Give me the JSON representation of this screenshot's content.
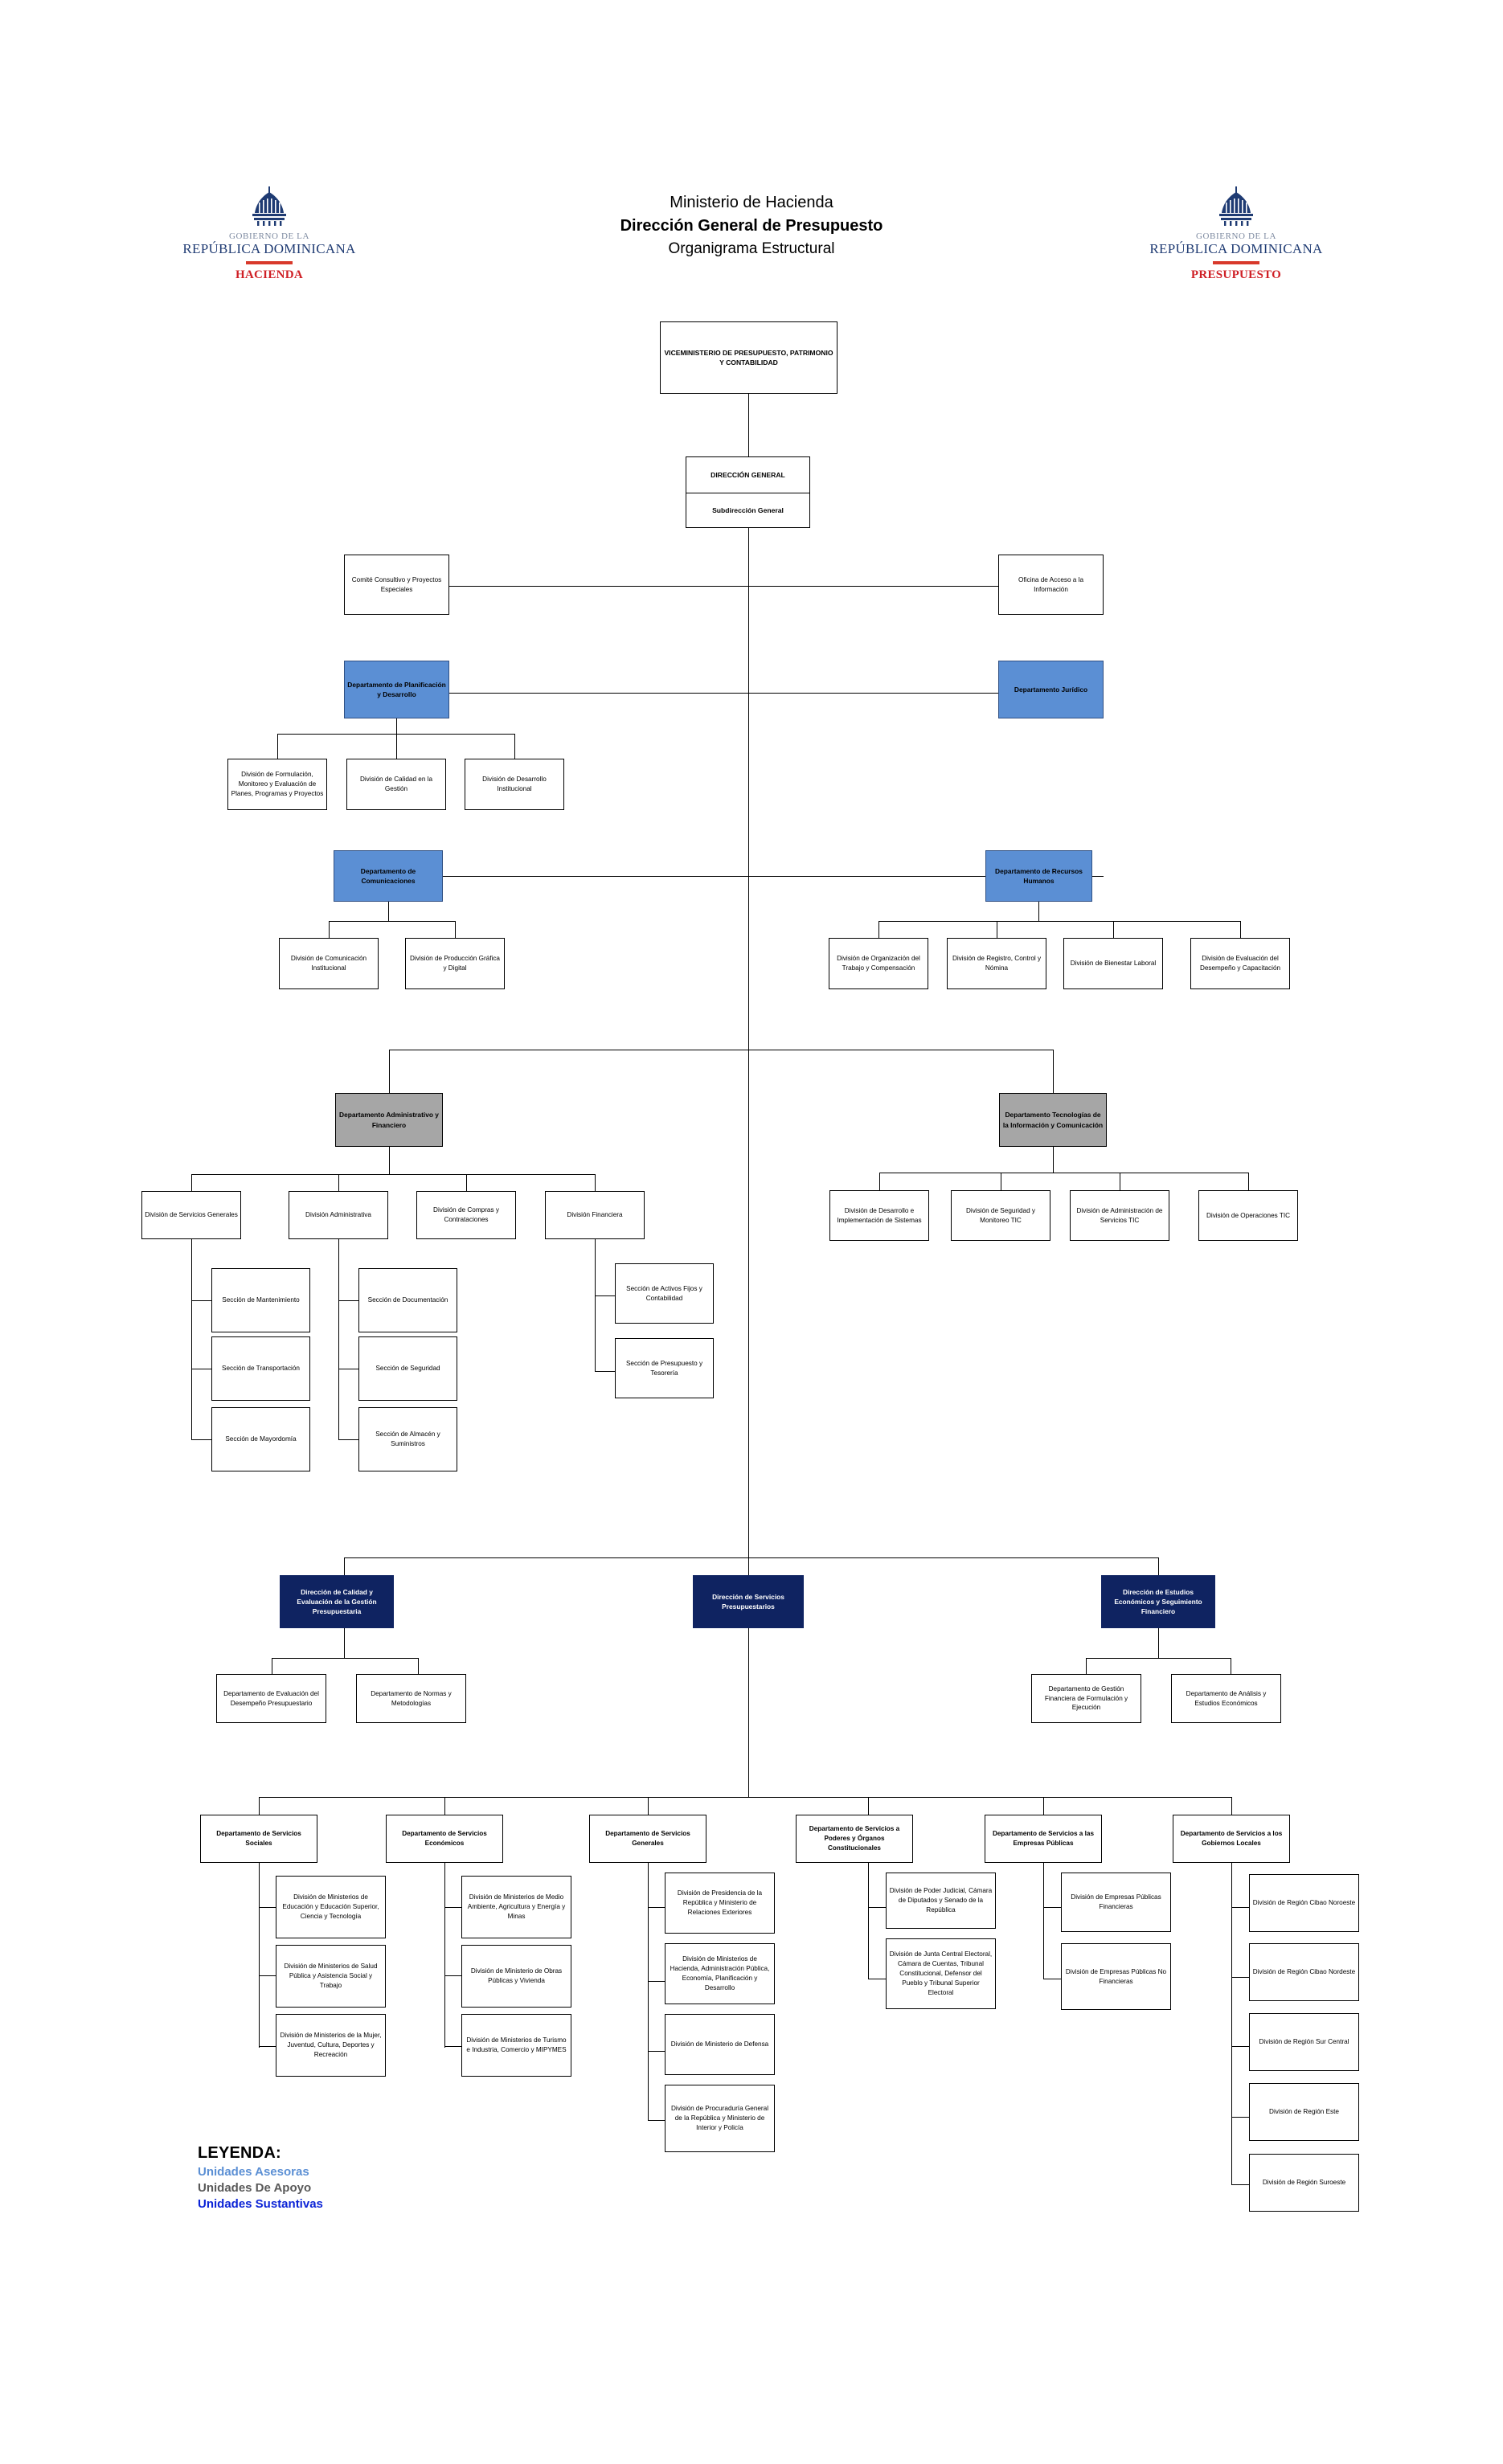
{
  "header": {
    "left_logo": {
      "gob": "GOBIERNO DE LA",
      "rd": "REPÚBLICA DOMINICANA",
      "inst": "HACIENDA",
      "icon": "dominican-republic-capitol-dome-icon"
    },
    "right_logo": {
      "gob": "GOBIERNO DE LA",
      "rd": "REPÚBLICA DOMINICANA",
      "inst": "PRESUPUESTO",
      "icon": "dominican-republic-capitol-dome-icon"
    },
    "title_line1": "Ministerio de Hacienda",
    "title_line2": "Dirección General de Presupuesto",
    "title_line3": "Organigrama Estructural"
  },
  "chart_data": {
    "type": "org-chart",
    "title": "Organigrama Estructural - Dirección General de Presupuesto",
    "legend_position": "bottom-left",
    "categories": [
      "Unidades Asesoras",
      "Unidades De Apoyo",
      "Unidades Sustantivas"
    ],
    "colors": {
      "asesoras": "#5b8fd4",
      "apoyo": "#a6a6a6",
      "sustantivas": "#0f2361",
      "plain": "#ffffff",
      "border": "#000000"
    }
  },
  "nodes": {
    "viceministerio": "VICEMINISTERIO DE PRESUPUESTO, PATRIMONIO Y CONTABILIDAD",
    "direccion_general": "DIRECCIÓN GENERAL",
    "subdireccion_general": "Subdirección General",
    "comite_consultivo": "Comité Consultivo y Proyectos Especiales",
    "oficina_acceso": "Oficina de Acceso a la Información",
    "depto_planificacion": "Departamento de Planificación y Desarrollo",
    "depto_juridico": "Departamento Jurídico",
    "div_formulacion": "División de Formulación, Monitoreo y Evaluación de Planes, Programas y Proyectos",
    "div_calidad_gestion": "División de Calidad en la Gestión",
    "div_desarrollo_inst": "División de Desarrollo Institucional",
    "depto_comunicaciones": "Departamento de Comunicaciones",
    "depto_rrhh": "Departamento de Recursos Humanos",
    "div_comunicacion_inst": "División de Comunicación Institucional",
    "div_produccion_grafica": "División de Producción Gráfica y Digital",
    "div_organizacion_trabajo": "División de Organización del Trabajo y Compensación",
    "div_registro_control": "División de Registro, Control y Nómina",
    "div_bienestar_laboral": "División de Bienestar Laboral",
    "div_evaluacion_desempeno": "División de Evaluación del Desempeño y Capacitación",
    "depto_administrativo": "Departamento Administrativo y Financiero",
    "depto_tic": "Departamento Tecnologías de la Información y Comunicación",
    "div_servicios_generales": "División de Servicios Generales",
    "div_administrativa": "División Administrativa",
    "div_compras": "División de Compras y Contrataciones",
    "div_financiera": "División  Financiera",
    "div_desarrollo_sistemas": "División de Desarrollo e Implementación de Sistemas",
    "div_seguridad_tic": "División de Seguridad y Monitoreo TIC",
    "div_admin_servicios_tic": "División de Administración de Servicios TIC",
    "div_operaciones_tic": "División de Operaciones TIC",
    "sec_mantenimiento": "Sección de Mantenimiento",
    "sec_transportacion": "Sección de Transportación",
    "sec_mayordomia": "Sección de Mayordomía",
    "sec_documentacion": "Sección de Documentación",
    "sec_seguridad": "Sección de Seguridad",
    "sec_almacen": "Sección de Almacén y Suministros",
    "sec_activos_fijos": "Sección de Activos Fijos y Contabilidad",
    "sec_presupuesto_tesoreria": "Sección de Presupuesto y Tesorería",
    "dir_calidad": "Dirección de Calidad y Evaluación de la Gestión Presupuestaria",
    "dir_servicios_presupuestarios": "Dirección de Servicios Presupuestarios",
    "dir_estudios_economicos": "Dirección de Estudios Económicos y Seguimiento Financiero",
    "depto_evaluacion_desempeno_pres": "Departamento de Evaluación del Desempeño Presupuestario",
    "depto_normas_metodologias": "Departamento de Normas y Metodologías",
    "depto_gestion_financiera": "Departamento de Gestión Financiera de Formulación y Ejecución",
    "depto_analisis_estudios": "Departamento de Análisis y Estudios Económicos",
    "depto_servicios_sociales": "Departamento de Servicios Sociales",
    "depto_servicios_economicos": "Departamento de Servicios Económicos",
    "depto_servicios_generales": "Departamento de Servicios Generales",
    "depto_servicios_poderes": "Departamento de Servicios a Poderes y Órganos Constitucionales",
    "depto_servicios_empresas": "Departamento de Servicios a las Empresas Públicas",
    "depto_servicios_gobiernos": "Departamento de Servicios a los Gobiernos Locales",
    "div_min_educacion": "División de Ministerios de Educación y Educación Superior, Ciencia y Tecnología",
    "div_min_salud": "División de Ministerios de Salud Pública y Asistencia Social y Trabajo",
    "div_min_mujer": "División de Ministerios de la Mujer, Juventud, Cultura, Deportes y Recreación",
    "div_min_medio_ambiente": "División de Ministerios de Medio Ambiente, Agricultura y Energía y Minas",
    "div_min_obras_publicas": "División de Ministerio de Obras Públicas y Vivienda",
    "div_min_turismo": "División de Ministerios de Turismo e Industria, Comercio y MIPYMES",
    "div_presidencia": "División de Presidencia de la República y Ministerio de Relaciones Exteriores",
    "div_min_hacienda": "División de Ministerios de Hacienda, Administración Pública, Economía, Planificación y Desarrollo",
    "div_min_defensa": "División de Ministerio de Defensa",
    "div_procuraduria": "División de Procuraduría General de la República y Ministerio de Interior y Policía",
    "div_poder_judicial": "División de Poder Judicial, Cámara de Diputados y Senado de la República",
    "div_junta_central": "División de Junta Central Electoral, Cámara de Cuentas, Tribunal Constitucional, Defensor del Pueblo y Tribunal Superior Electoral",
    "div_empresas_financieras": "División de Empresas Públicas Financieras",
    "div_empresas_no_financieras": "División de Empresas Públicas No Financieras",
    "div_region_cibao_noroeste": "División de Región Cibao Noroeste",
    "div_region_cibao_nordeste": "División de Región Cibao Nordeste",
    "div_region_sur_central": "División de Región Sur Central",
    "div_region_este": "División de Región Este",
    "div_region_suroeste": "División de Región Suroeste"
  },
  "legend": {
    "title": "LEYENDA:",
    "asesoras": "Unidades Asesoras",
    "apoyo": "Unidades De Apoyo",
    "sustantivas": "Unidades Sustantivas"
  }
}
